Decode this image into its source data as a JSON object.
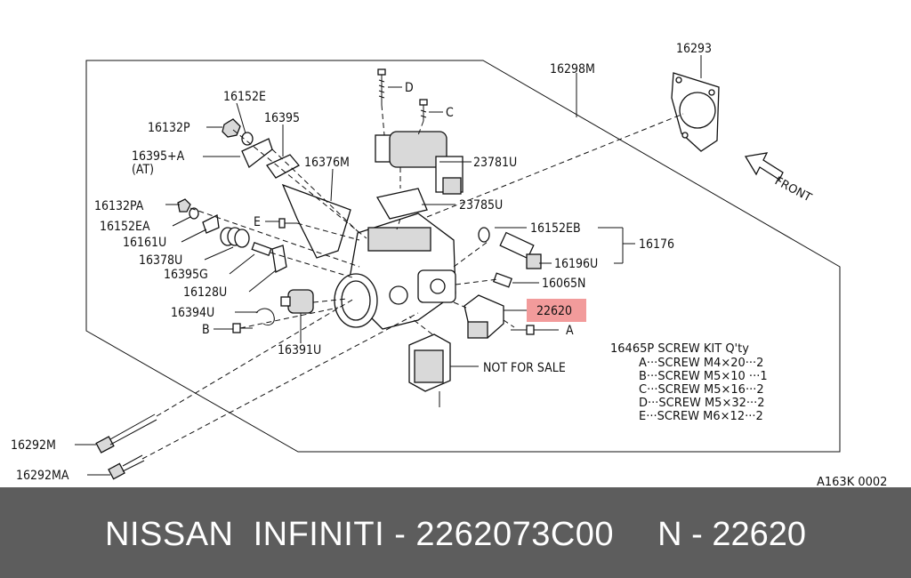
{
  "colors": {
    "footer_bg": "#5d5d5d",
    "highlight": "#f08a8a",
    "line": "#111111"
  },
  "diagram": {
    "labels": {
      "p16293": "16293",
      "p16298M": "16298M",
      "p16152E": "16152E",
      "p16132P": "16132P",
      "p16395": "16395",
      "p16395A": "16395+A",
      "at": "(AT)",
      "p16376M": "16376M",
      "p23781U": "23781U",
      "p23785U": "23785U",
      "p16132PA": "16132PA",
      "p16152EA": "16152EA",
      "p16161U": "16161U",
      "p16378U": "16378U",
      "p16395G": "16395G",
      "p16128U": "16128U",
      "p16394U": "16394U",
      "p16391U": "16391U",
      "p16152EB": "16152EB",
      "p16176": "16176",
      "p16196U": "16196U",
      "p16065N": "16065N",
      "p22620": "22620",
      "not_for_sale": "NOT FOR SALE",
      "p16292M": "16292M",
      "p16292MA": "16292MA",
      "letter_a": "A",
      "letter_b": "B",
      "letter_c": "C",
      "letter_d": "D",
      "letter_e": "E",
      "front": "FRONT",
      "ref_code": "A163K 0002"
    },
    "screw_kit": {
      "title": "16465P SCREW KIT  Q'ty",
      "rows": [
        "A···SCREW M4×20···2",
        "B···SCREW M5×10 ···1",
        "C···SCREW M5×16···2",
        "D···SCREW M5×32···2",
        "E···SCREW M6×12···2"
      ]
    }
  },
  "footer": {
    "title": "NISSAN  INFINITI - 2262073C00",
    "ref": "N - 22620"
  }
}
